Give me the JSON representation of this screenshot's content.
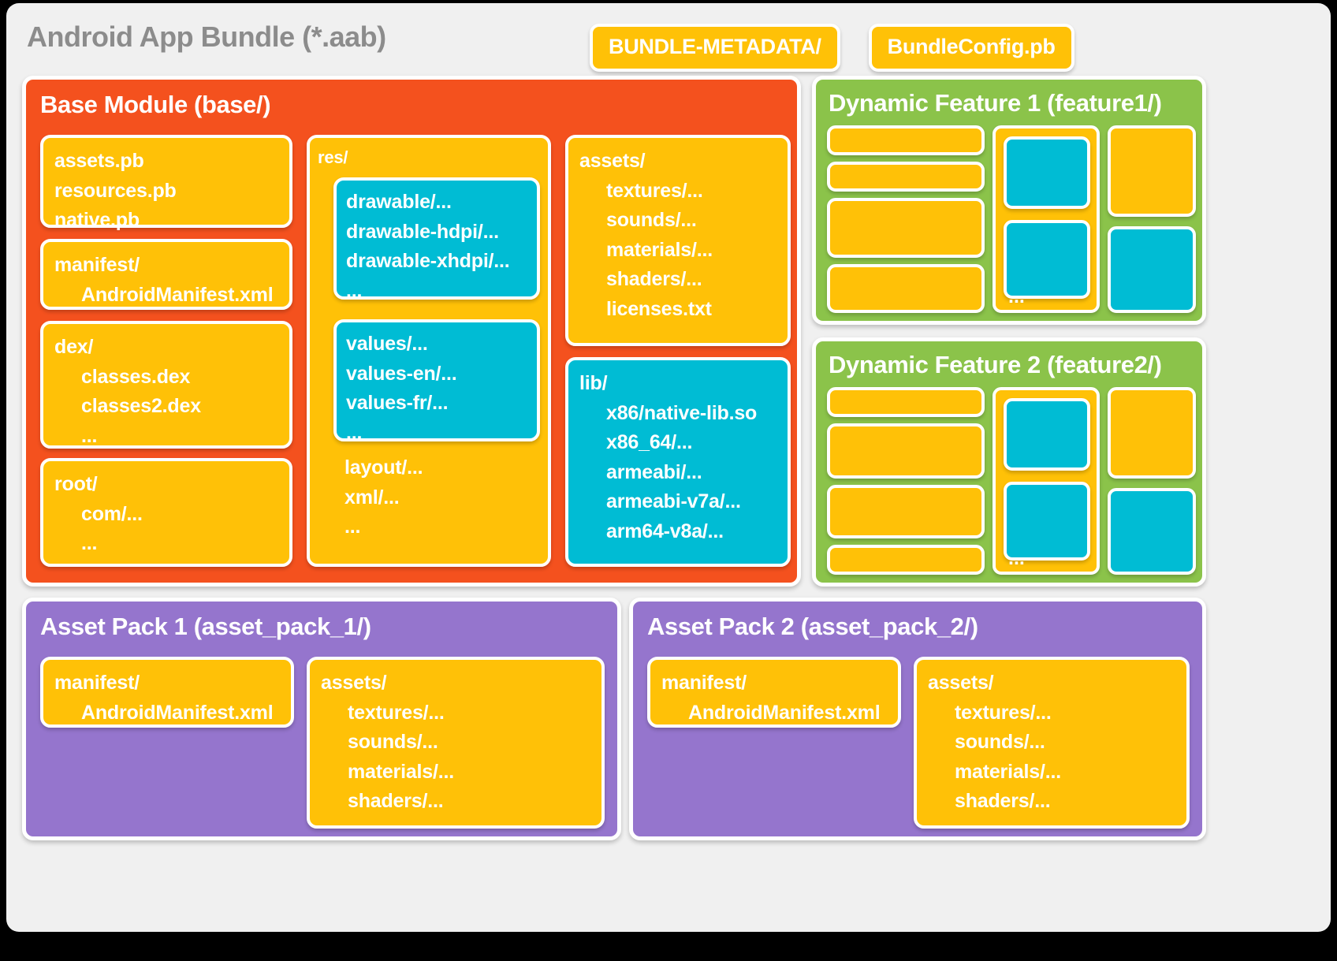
{
  "bundle": {
    "title": "Android App Bundle (*.aab)",
    "metadata_badges": [
      {
        "label": "BUNDLE-METADATA/"
      },
      {
        "label": "BundleConfig.pb"
      }
    ]
  },
  "colors": {
    "canvas": "#f0f0f0",
    "base_module": "#f4511e",
    "dynamic_feature": "#8bc34a",
    "asset_pack": "#9575cd",
    "card_amber": "#ffc107",
    "card_cyan": "#00bcd4",
    "title_gray": "#8c8c8c",
    "card_text": "#ffffff",
    "page_background": "#000000"
  },
  "base_module": {
    "title": "Base Module (base/)",
    "column1": {
      "protos_card": {
        "lines": [
          "assets.pb",
          "resources.pb",
          "native.pb"
        ]
      },
      "manifest_card": {
        "label": "manifest/",
        "children": [
          "AndroidManifest.xml"
        ]
      },
      "dex_card": {
        "label": "dex/",
        "children": [
          "classes.dex",
          "classes2.dex"
        ],
        "ellipsis": "..."
      },
      "root_card": {
        "label": "root/",
        "children": [
          "com/..."
        ],
        "ellipsis": "..."
      }
    },
    "res_card": {
      "label": "res/",
      "drawable_box": {
        "lines": [
          "drawable/...",
          "drawable-hdpi/...",
          "drawable-xhdpi/..."
        ],
        "ellipsis": "..."
      },
      "values_box": {
        "lines": [
          "values/...",
          "values-en/...",
          "values-fr/..."
        ],
        "ellipsis": "..."
      },
      "extra_lines": [
        "layout/...",
        "xml/..."
      ],
      "ellipsis": "..."
    },
    "assets_card": {
      "label": "assets/",
      "children": [
        "textures/...",
        "sounds/...",
        "materials/...",
        "shaders/...",
        "licenses.txt"
      ]
    },
    "lib_card": {
      "label": "lib/",
      "children": [
        "x86/native-lib.so",
        "x86_64/...",
        "armeabi/...",
        "armeabi-v7a/...",
        "arm64-v8a/..."
      ]
    }
  },
  "dynamic_features": [
    {
      "title": "Dynamic Feature 1 (feature1/)",
      "ellipsis": "..."
    },
    {
      "title": "Dynamic Feature 2 (feature2/)",
      "ellipsis": "..."
    }
  ],
  "asset_packs": [
    {
      "title": "Asset Pack 1 (asset_pack_1/)",
      "manifest_card": {
        "label": "manifest/",
        "children": [
          "AndroidManifest.xml"
        ]
      },
      "assets_card": {
        "label": "assets/",
        "children": [
          "textures/...",
          "sounds/...",
          "materials/...",
          "shaders/..."
        ]
      }
    },
    {
      "title": "Asset Pack 2 (asset_pack_2/)",
      "manifest_card": {
        "label": "manifest/",
        "children": [
          "AndroidManifest.xml"
        ]
      },
      "assets_card": {
        "label": "assets/",
        "children": [
          "textures/...",
          "sounds/...",
          "materials/...",
          "shaders/..."
        ]
      }
    }
  ]
}
